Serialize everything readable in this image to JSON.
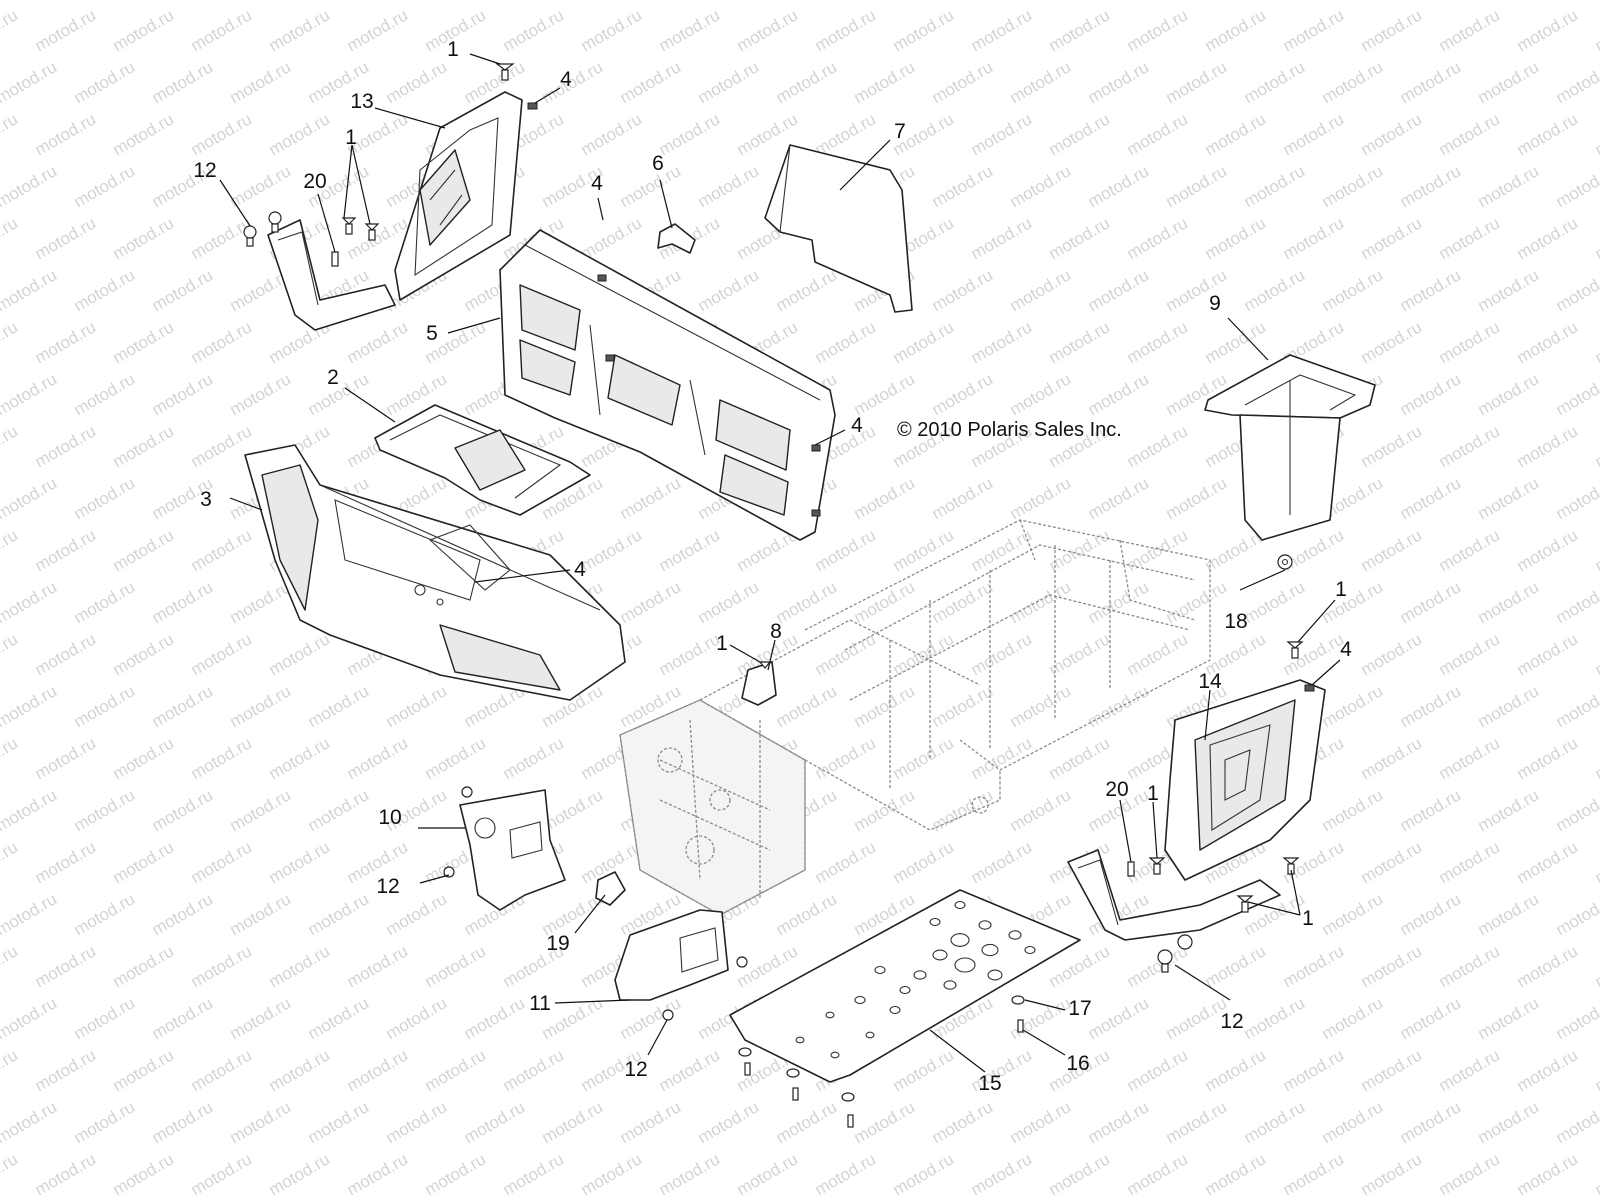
{
  "copyright": "© 2010 Polaris Sales Inc.",
  "watermark": "motod.ru",
  "callouts": [
    {
      "id": "c1a",
      "text": "1"
    },
    {
      "id": "c4a",
      "text": "4"
    },
    {
      "id": "c13",
      "text": "13"
    },
    {
      "id": "c1b",
      "text": "1"
    },
    {
      "id": "c12a",
      "text": "12"
    },
    {
      "id": "c20a",
      "text": "20"
    },
    {
      "id": "c6",
      "text": "6"
    },
    {
      "id": "c4b",
      "text": "4"
    },
    {
      "id": "c7",
      "text": "7"
    },
    {
      "id": "c5",
      "text": "5"
    },
    {
      "id": "c9",
      "text": "9"
    },
    {
      "id": "c2",
      "text": "2"
    },
    {
      "id": "c4c",
      "text": "4"
    },
    {
      "id": "c3",
      "text": "3"
    },
    {
      "id": "c4d",
      "text": "4"
    },
    {
      "id": "c18",
      "text": "18"
    },
    {
      "id": "c1c",
      "text": "1"
    },
    {
      "id": "c8",
      "text": "8"
    },
    {
      "id": "c1d",
      "text": "1"
    },
    {
      "id": "c4e",
      "text": "4"
    },
    {
      "id": "c14",
      "text": "14"
    },
    {
      "id": "c10",
      "text": "10"
    },
    {
      "id": "c20b",
      "text": "20"
    },
    {
      "id": "c1e",
      "text": "1"
    },
    {
      "id": "c12b",
      "text": "12"
    },
    {
      "id": "c1f",
      "text": "1"
    },
    {
      "id": "c19",
      "text": "19"
    },
    {
      "id": "c11",
      "text": "11"
    },
    {
      "id": "c12c",
      "text": "12"
    },
    {
      "id": "c17",
      "text": "17"
    },
    {
      "id": "c12d",
      "text": "12"
    },
    {
      "id": "c16",
      "text": "16"
    },
    {
      "id": "c15",
      "text": "15"
    }
  ]
}
